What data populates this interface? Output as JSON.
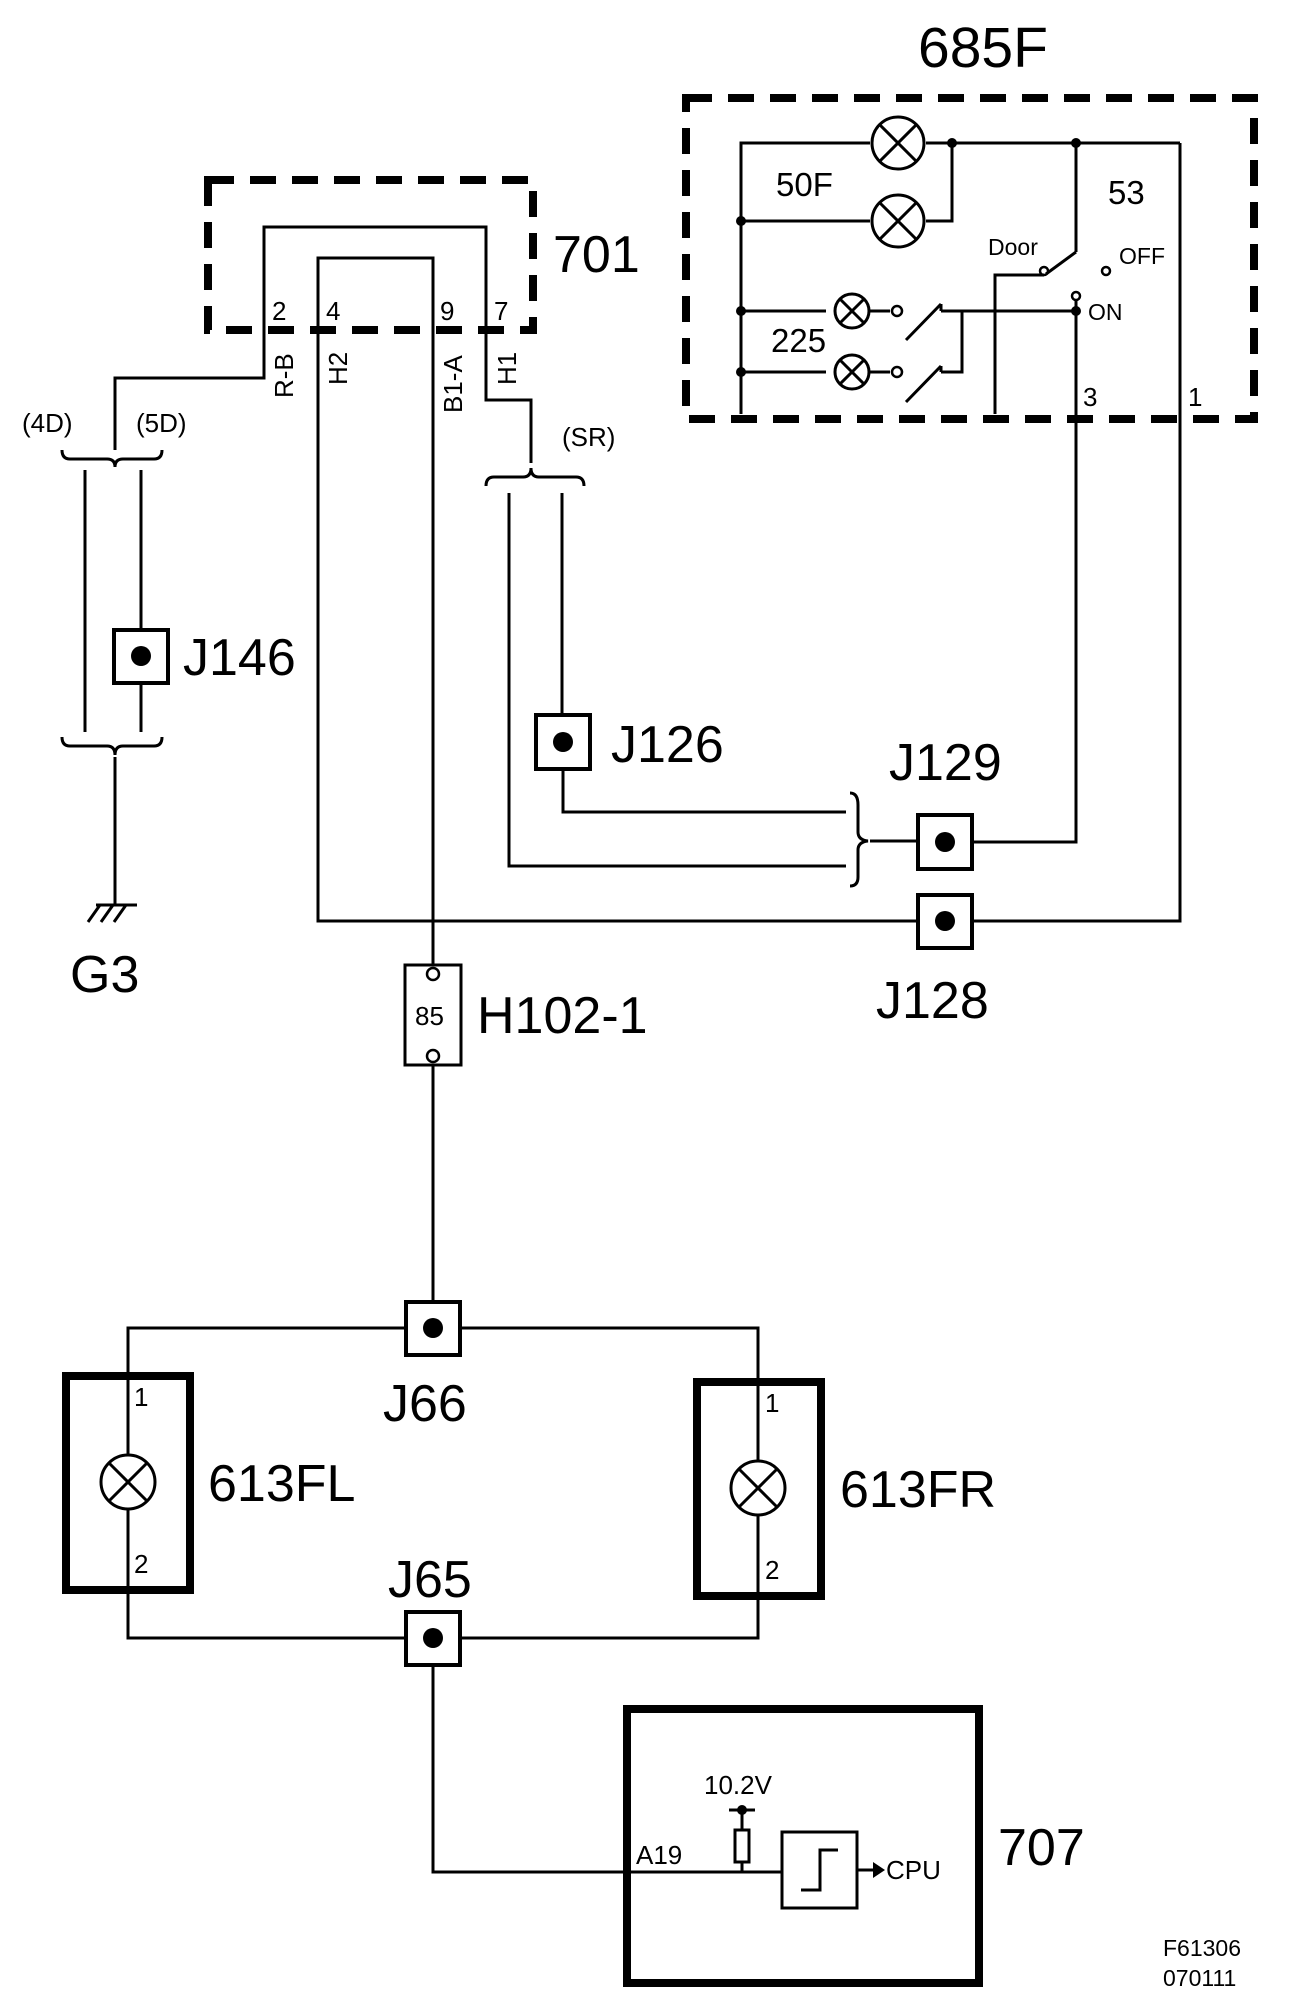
{
  "modules": {
    "m701": "701",
    "m685f": "685F",
    "m707": "707"
  },
  "connector_701": {
    "pin2": "2",
    "pin4": "4",
    "pin9": "9",
    "pin7": "7",
    "wire_rb": "R-B",
    "wire_h2": "H2",
    "wire_b1a": "B1-A",
    "wire_h1": "H1"
  },
  "unit_685f": {
    "lamp_group_50f": "50F",
    "switch_53": "53",
    "lamp_group_225": "225",
    "door": "Door",
    "off": "OFF",
    "on": "ON",
    "pin3": "3",
    "pin1": "1"
  },
  "variants": {
    "v4d": "(4D)",
    "v5d": "(5D)",
    "sr": "(SR)"
  },
  "junctions": {
    "j146": "J146",
    "j126": "J126",
    "j129": "J129",
    "j128": "J128",
    "j66": "J66",
    "j65": "J65"
  },
  "ground": "G3",
  "fuse": {
    "id": "H102-1",
    "rating": "85"
  },
  "lamps": {
    "fl": "613FL",
    "fr": "613FR",
    "fl_pin1": "1",
    "fl_pin2": "2",
    "fr_pin1": "1",
    "fr_pin2": "2"
  },
  "ecu_707": {
    "supply": "10.2V",
    "pin": "A19",
    "output": "CPU"
  },
  "footer": {
    "code": "F61306",
    "date": "070111"
  }
}
